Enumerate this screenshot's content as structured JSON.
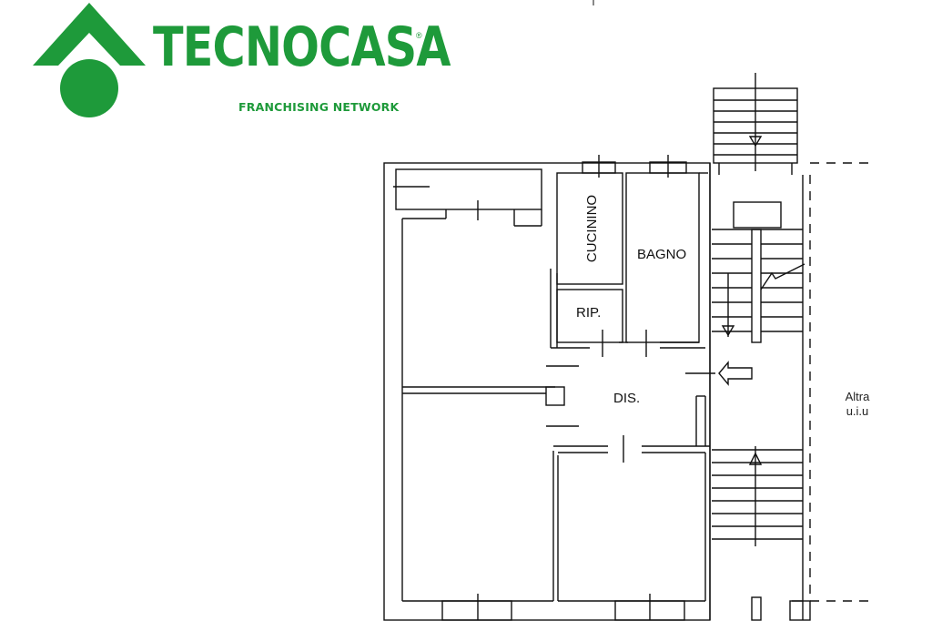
{
  "brand": {
    "name": "TECNOCASA",
    "registered": "®",
    "tagline": "FRANCHISING NETWORK",
    "color": "#1e9a3a"
  },
  "plan": {
    "rooms": {
      "kitchenette": "CUCININO",
      "bathroom": "BAGNO",
      "storage": "RIP.",
      "hallway": "DIS."
    },
    "neighbor_line1": "Altra",
    "neighbor_line2": "u.i.u"
  }
}
